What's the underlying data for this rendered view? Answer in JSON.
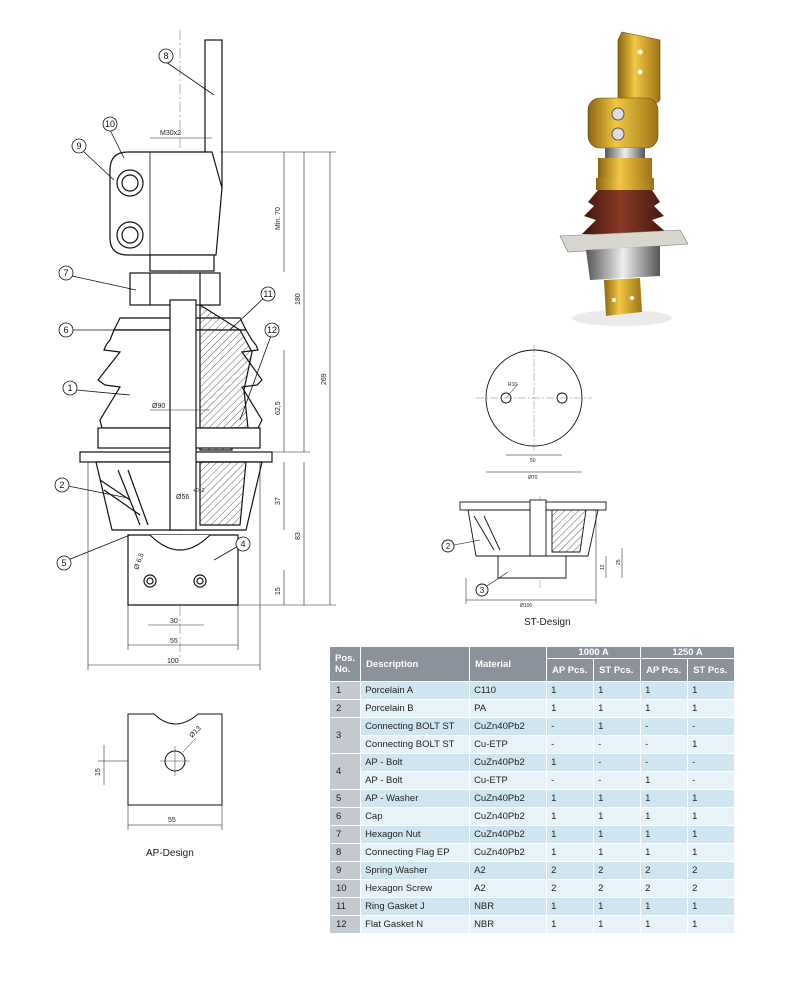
{
  "callouts": [
    "1",
    "2",
    "3",
    "4",
    "5",
    "6",
    "7",
    "8",
    "9",
    "10",
    "11",
    "12"
  ],
  "dimensions": {
    "thread": "M30x2",
    "min70": "Min. 70",
    "d180": "180",
    "d269": "269",
    "d62_5": "62,5",
    "d37": "37",
    "d83": "83",
    "d15": "15",
    "dia90": "Ø90",
    "dia56": "Ø56",
    "tol": "+0 -2",
    "hole": "Ø 6,5",
    "w30": "30",
    "w55": "55",
    "w100": "100",
    "st_r10": "R10",
    "st_w50": "50",
    "st_dia70": "Ø70",
    "st_dia100": "Ø100",
    "st_12": "12",
    "st_25": "25",
    "ap_hole": "Ø13",
    "ap_w55": "55",
    "ap_h15": "15"
  },
  "captions": {
    "st": "ST-Design",
    "ap": "AP-Design"
  },
  "table": {
    "headers": {
      "pos": "Pos. No.",
      "description": "Description",
      "material": "Material",
      "group_1000": "1000 A",
      "group_1250": "1250 A",
      "ap": "AP Pcs.",
      "st": "ST Pcs."
    },
    "rows": [
      {
        "pos": "1",
        "desc": "Porcelain A",
        "mat": "C110",
        "a1": "1",
        "s1": "1",
        "a2": "1",
        "s2": "1"
      },
      {
        "pos": "2",
        "desc": "Porcelain B",
        "mat": "PA",
        "a1": "1",
        "s1": "1",
        "a2": "1",
        "s2": "1"
      },
      {
        "pos": "3",
        "desc": "Connecting BOLT ST",
        "mat": "CuZn40Pb2",
        "a1": "-",
        "s1": "1",
        "a2": "-",
        "s2": "-"
      },
      {
        "pos": "",
        "desc": "Connecting BOLT ST",
        "mat": "Cu-ETP",
        "a1": "-",
        "s1": "-",
        "a2": "-",
        "s2": "1"
      },
      {
        "pos": "4",
        "desc": "AP - Bolt",
        "mat": "CuZn40Pb2",
        "a1": "1",
        "s1": "-",
        "a2": "-",
        "s2": "-"
      },
      {
        "pos": "",
        "desc": "AP - Bolt",
        "mat": "Cu-ETP",
        "a1": "-",
        "s1": "-",
        "a2": "1",
        "s2": "-"
      },
      {
        "pos": "5",
        "desc": "AP - Washer",
        "mat": "CuZn40Pb2",
        "a1": "1",
        "s1": "1",
        "a2": "1",
        "s2": "1"
      },
      {
        "pos": "6",
        "desc": "Cap",
        "mat": "CuZn40Pb2",
        "a1": "1",
        "s1": "1",
        "a2": "1",
        "s2": "1"
      },
      {
        "pos": "7",
        "desc": "Hexagon Nut",
        "mat": "CuZn40Pb2",
        "a1": "1",
        "s1": "1",
        "a2": "1",
        "s2": "1"
      },
      {
        "pos": "8",
        "desc": "Connecting Flag EP",
        "mat": "CuZn40Pb2",
        "a1": "1",
        "s1": "1",
        "a2": "1",
        "s2": "1"
      },
      {
        "pos": "9",
        "desc": "Spring Washer",
        "mat": "A2",
        "a1": "2",
        "s1": "2",
        "a2": "2",
        "s2": "2"
      },
      {
        "pos": "10",
        "desc": "Hexagon Screw",
        "mat": "A2",
        "a1": "2",
        "s1": "2",
        "a2": "2",
        "s2": "2"
      },
      {
        "pos": "11",
        "desc": "Ring Gasket J",
        "mat": "NBR",
        "a1": "1",
        "s1": "1",
        "a2": "1",
        "s2": "1"
      },
      {
        "pos": "12",
        "desc": "Flat Gasket N",
        "mat": "NBR",
        "a1": "1",
        "s1": "1",
        "a2": "1",
        "s2": "1"
      }
    ]
  },
  "colors": {
    "header_bg": "#8c929b",
    "row_light": "#e7f3f9",
    "row_blue": "#cfe6f1",
    "brass": "#d9a82a",
    "porcelain": "#6b2a1e"
  }
}
